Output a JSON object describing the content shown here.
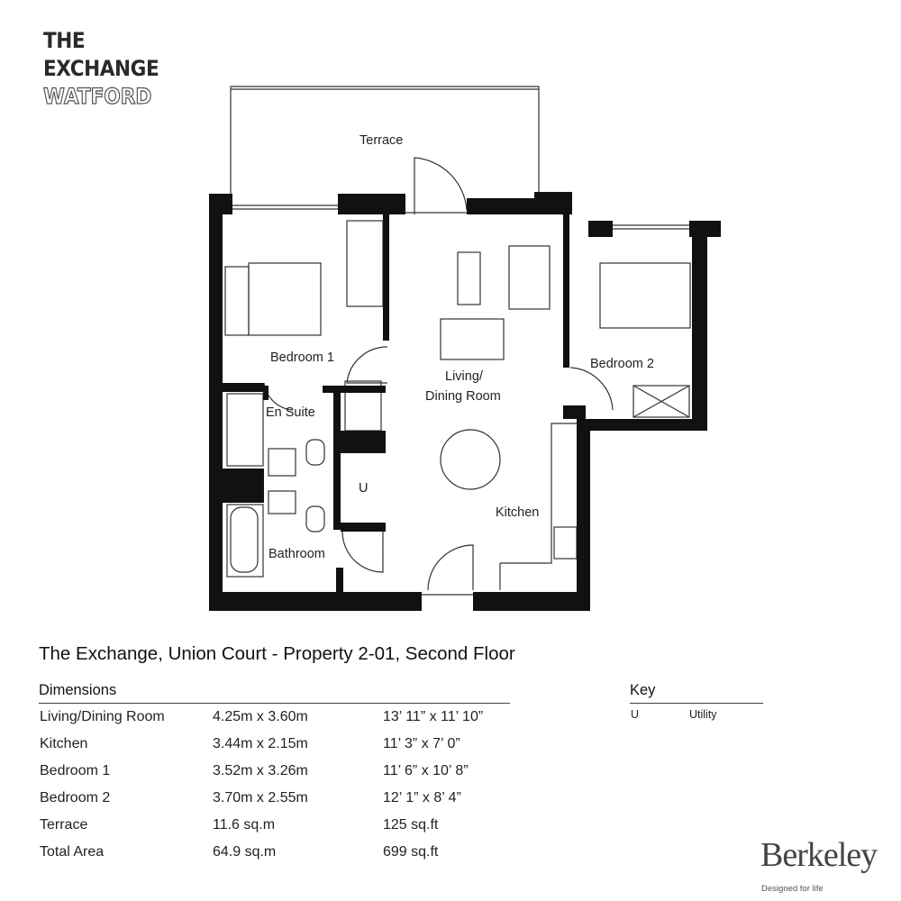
{
  "logo": {
    "line1": "THE",
    "line2": "EXCHANGE",
    "line3": "WATFORD"
  },
  "plan": {
    "rooms": {
      "terrace": "Terrace",
      "bedroom1": "Bedroom 1",
      "living1": "Living/",
      "living2": "Dining Room",
      "bedroom2": "Bedroom 2",
      "ensuite": "En Suite",
      "utility": "U",
      "kitchen": "Kitchen",
      "bathroom": "Bathroom"
    }
  },
  "title": "The Exchange, Union Court - Property 2-01, Second Floor",
  "dimensions": {
    "heading": "Dimensions",
    "rows": [
      {
        "room": "Living/Dining Room",
        "metric": "4.25m x 3.60m",
        "imperial": "13’ 11” x 11’ 10”"
      },
      {
        "room": "Kitchen",
        "metric": "3.44m x 2.15m",
        "imperial": "11’ 3” x 7’ 0”"
      },
      {
        "room": "Bedroom 1",
        "metric": "3.52m x 3.26m",
        "imperial": "11’ 6” x 10’ 8”"
      },
      {
        "room": "Bedroom 2",
        "metric": "3.70m x 2.55m",
        "imperial": "12’ 1” x 8’ 4”"
      },
      {
        "room": "Terrace",
        "metric": "11.6 sq.m",
        "imperial": "125 sq.ft"
      },
      {
        "room": "Total Area",
        "metric": "64.9 sq.m",
        "imperial": "699 sq.ft"
      }
    ]
  },
  "key": {
    "heading": "Key",
    "items": [
      {
        "code": "U",
        "label": "Utility"
      }
    ]
  },
  "brand": {
    "name": "Berkeley",
    "tagline": "Designed for life"
  }
}
